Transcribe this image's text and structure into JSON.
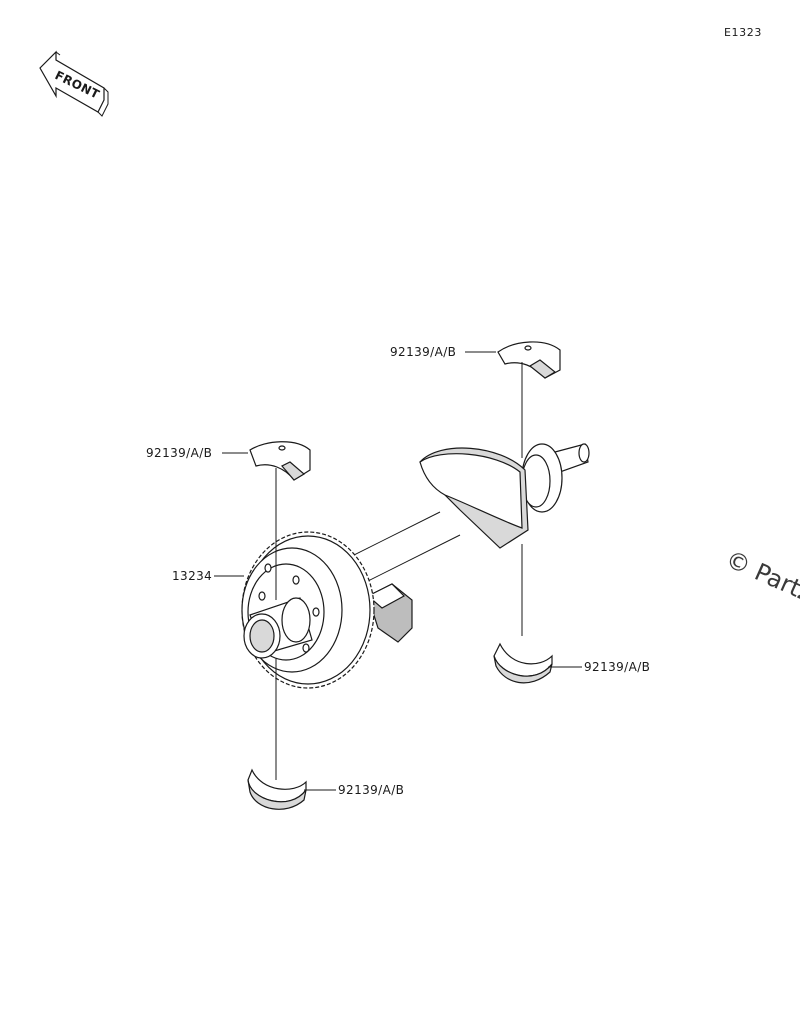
{
  "diagram_code": "E1323",
  "front_label": "FRONT",
  "watermark": "© Partz",
  "callouts": {
    "bearing_top_right": "92139/A/B",
    "bearing_top_left": "92139/A/B",
    "gear": "13234",
    "bearing_bottom_right": "92139/A/B",
    "bearing_bottom_left": "92139/A/B"
  }
}
